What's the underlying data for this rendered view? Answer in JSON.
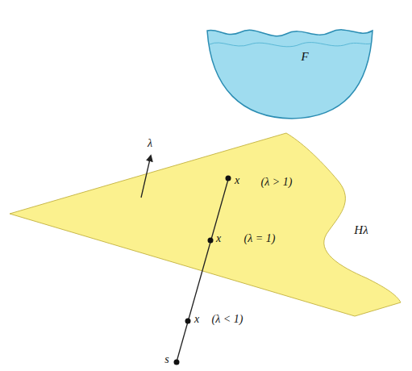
{
  "diagram": {
    "nodes": [
      {
        "text": [
          "Hλ"
        ]
      },
      {
        "text": [
          "F"
        ]
      }
    ],
    "labels": [
      "λ",
      "x",
      "(λ > 1)",
      "x",
      "(λ = 1)",
      "x",
      "(λ < 1)",
      "s"
    ]
  }
}
